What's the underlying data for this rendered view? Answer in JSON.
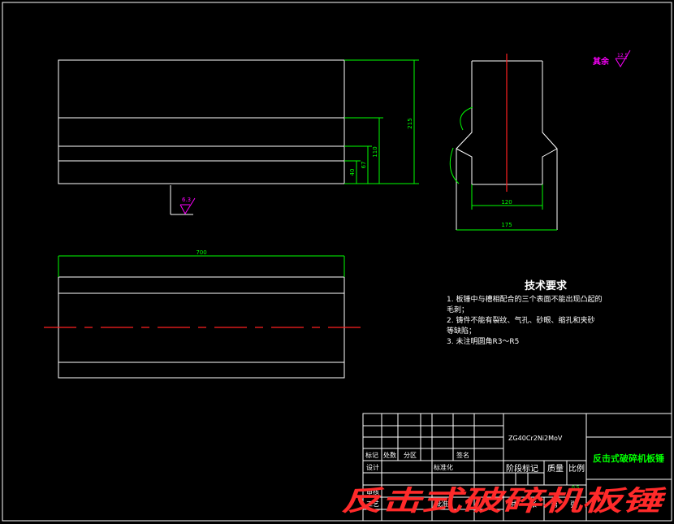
{
  "drawing": {
    "dimensions": {
      "height_total": "215",
      "height_mid": "110",
      "height_low": "67",
      "height_base": "40",
      "width_inner": "120",
      "width_outer": "175",
      "length": "700"
    },
    "roughness": {
      "side_value": "6.3",
      "other_label": "其余",
      "other_value": "12.5"
    },
    "tech_requirements": {
      "title": "技术要求",
      "lines": [
        "1. 板锤中与槽相配合的三个表面不能出现凸起的",
        "毛刺；",
        "2. 铸件不能有裂纹、气孔、砂眼、缩孔和夹砂",
        "等缺陷；",
        "3. 未注明圆角R3～R5"
      ]
    },
    "title_block": {
      "material": "ZG40Cr2Ni2MoV",
      "part_name": "反击式破碎机板锤",
      "labels": {
        "mark": "标记",
        "count": "处数",
        "zone": "分区",
        "sign": "签名",
        "design": "设计",
        "standardize": "标准化",
        "review": "审核",
        "process": "工艺",
        "approve": "批准",
        "stage_mark": "阶段标记",
        "weight": "质量",
        "scale": "比例",
        "total": "共",
        "sheet": "张",
        "no": "第",
        "sheet2": "张"
      },
      "scale_value": "0.5"
    },
    "watermark": "反击式破碎机板锤",
    "colors": {
      "background": "#000000",
      "outline": "#ffffff",
      "dimension": "#00ff00",
      "centerline": "#ff2020",
      "roughness": "#ff00ff"
    }
  }
}
